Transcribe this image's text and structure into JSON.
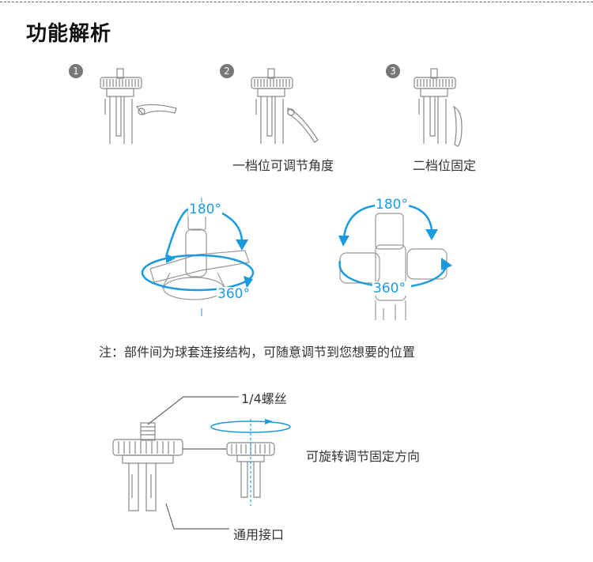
{
  "title": "功能解析",
  "steps": [
    {
      "number": "1",
      "caption": ""
    },
    {
      "number": "2",
      "caption": "一档位可调节角度"
    },
    {
      "number": "3",
      "caption": "二档位固定"
    }
  ],
  "rotation": {
    "left": {
      "vertical": "180°",
      "horizontal": "360°"
    },
    "right": {
      "vertical": "180°",
      "horizontal": "360°"
    }
  },
  "note": "注：部件间为球套连接结构，可随意调节到您想要的位置",
  "parts": {
    "screw_label": "1/4螺丝",
    "rotate_label": "可旋转调节固定方向",
    "interface_label": "通用接口"
  },
  "colors": {
    "accent": "#1a9be0",
    "line": "#888888"
  }
}
